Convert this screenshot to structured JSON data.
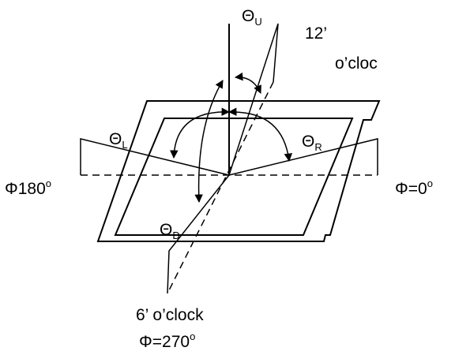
{
  "labels": {
    "theta_u": {
      "symbol": "Θ",
      "sub": "U"
    },
    "theta_l": {
      "symbol": "Θ",
      "sub": "L"
    },
    "theta_r": {
      "symbol": "Θ",
      "sub": "R"
    },
    "theta_d": {
      "symbol": "Θ",
      "sub": "D"
    },
    "twelve_a": "12’",
    "twelve_b": "o’cloc",
    "phi_180": {
      "text": "Φ180",
      "sup": "o"
    },
    "phi_0": {
      "text": "Φ=0",
      "sup": "o"
    },
    "six_oclock": "6’ o’clock",
    "phi_270": {
      "text": "Φ=270",
      "sup": "o"
    }
  }
}
